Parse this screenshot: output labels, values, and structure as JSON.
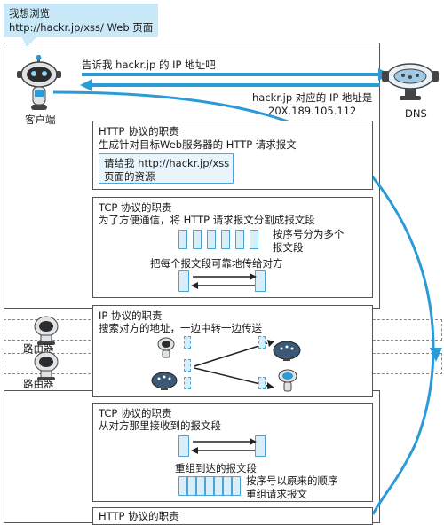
{
  "callout": {
    "line1": "我想浏览",
    "line2": "http://hackr.jp/xss/ Web 页面"
  },
  "client": {
    "label": "客户端",
    "query": "告诉我 hackr.jp 的 IP 地址吧"
  },
  "dns": {
    "label": "DNS",
    "reply_line1": "hackr.jp 对应的 IP 地址是",
    "reply_line2": "20X.189.105.112"
  },
  "http_box": {
    "title": "HTTP 协议的职责",
    "desc": "生成针对目标Web服务器的 HTTP 请求报文",
    "note_line1": "请给我 http://hackr.jp/xss",
    "note_line2": "页面的资源"
  },
  "tcp_box_1": {
    "title": "TCP 协议的职责",
    "desc": "为了方便通信，将 HTTP 请求报文分割成报文段",
    "seq_note_line1": "按序号分为多个",
    "seq_note_line2": "报文段",
    "reliable_note": "把每个报文段可靠地传给对方"
  },
  "router": {
    "label_1": "路由器",
    "label_2": "路由器"
  },
  "ip_box": {
    "title": "IP 协议的职责",
    "desc": "搜索对方的地址，一边中转一边传送"
  },
  "tcp_box_2": {
    "title": "TCP 协议的职责",
    "desc": "从对方那里接收到的报文段",
    "arrived_label": "重组到达的报文段",
    "reorder_line1": "按序号以原来的顺序",
    "reorder_line2": "重组请求报文"
  },
  "http_box_2": {
    "title": "HTTP 协议的职责"
  },
  "colors": {
    "accent_blue": "#2b9bd8",
    "light_blue": "#d9eef9",
    "callout_blue": "#c9e9f8"
  }
}
